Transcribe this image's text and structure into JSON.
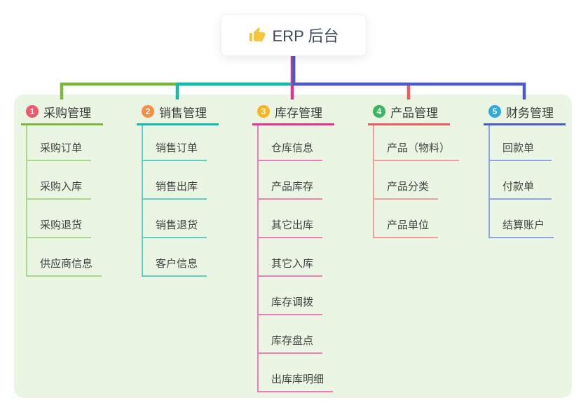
{
  "root": {
    "title": "ERP 后台",
    "icon": "thumbs-up-icon",
    "icon_color": "#F7C53C"
  },
  "panel_color": "#EAF6E3",
  "branches": [
    {
      "index": "1",
      "label": "采购管理",
      "badge_color": "#F4566C",
      "line_color": "#7DB63C",
      "child_line_color": "#ABD68D",
      "children": [
        "采购订单",
        "采购入库",
        "采购退货",
        "供应商信息"
      ]
    },
    {
      "index": "2",
      "label": "销售管理",
      "badge_color": "#F98C41",
      "line_color": "#12BCAC",
      "child_line_color": "#5ECDC2",
      "children": [
        "销售订单",
        "销售出库",
        "销售退货",
        "客户信息"
      ]
    },
    {
      "index": "3",
      "label": "库存管理",
      "badge_color": "#F8B51F",
      "line_color": "#E0338F",
      "child_line_color": "#F07CB8",
      "children": [
        "仓库信息",
        "产品库存",
        "其它出库",
        "其它入库",
        "库存调拨",
        "库存盘点",
        "出库库明细"
      ]
    },
    {
      "index": "4",
      "label": "产品管理",
      "badge_color": "#3BB763",
      "line_color": "#F05A60",
      "child_line_color": "#F49C9C",
      "children": [
        "产品（物料）",
        "产品分类",
        "产品单位"
      ]
    },
    {
      "index": "5",
      "label": "财务管理",
      "badge_color": "#30A9DF",
      "line_color": "#4A5BC8",
      "child_line_color": "#90A4E4",
      "children": [
        "回款单",
        "付款单",
        "结算账户"
      ]
    }
  ]
}
